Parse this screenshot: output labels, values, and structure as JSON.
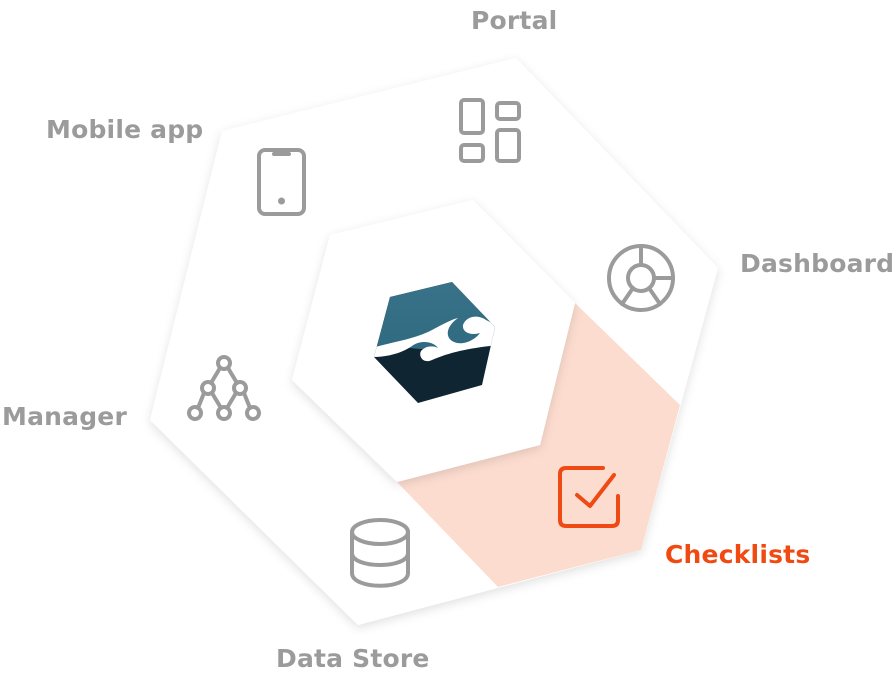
{
  "diagram": {
    "center": {
      "icon": "wave-hexagon-logo"
    },
    "segments": [
      {
        "key": "portal",
        "label": "Portal",
        "icon": "grid-layout-icon",
        "active": false
      },
      {
        "key": "dashboard",
        "label": "Dashboard",
        "icon": "donut-chart-icon",
        "active": false
      },
      {
        "key": "checklists",
        "label": "Checklists",
        "icon": "checkbox-icon",
        "active": true
      },
      {
        "key": "data_store",
        "label": "Data Store",
        "icon": "database-icon",
        "active": false
      },
      {
        "key": "manager",
        "label": "Manager",
        "icon": "tree-network-icon",
        "active": false
      },
      {
        "key": "mobile_app",
        "label": "Mobile app",
        "icon": "smartphone-icon",
        "active": false
      }
    ],
    "colors": {
      "label": "#9b9b9b",
      "active_label": "#f04a12",
      "active_fill": "#fcdccf",
      "logo_top": "#3a7389",
      "logo_bottom": "#0f2532"
    }
  }
}
